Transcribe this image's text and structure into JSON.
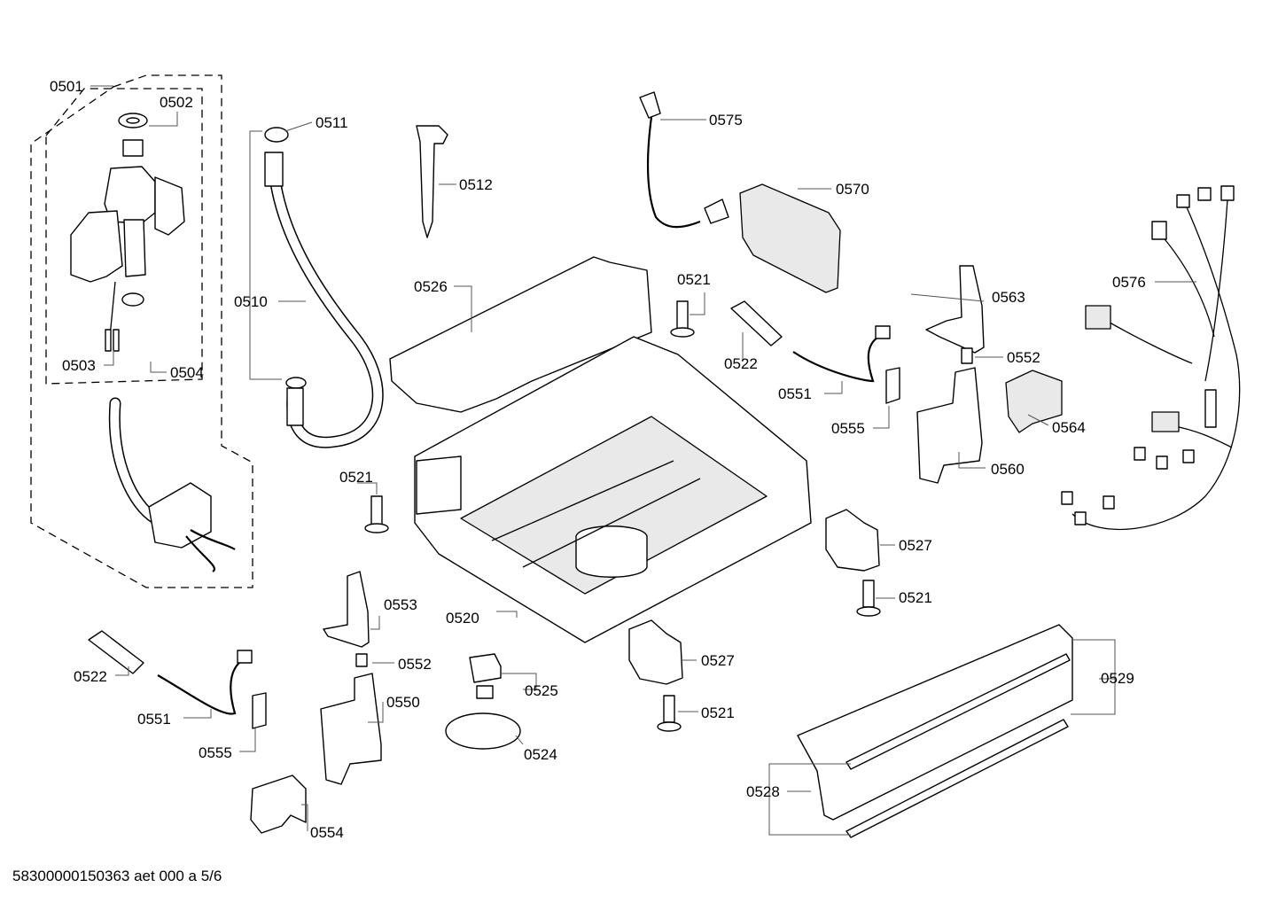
{
  "labels": {
    "p0501": "0501",
    "p0502": "0502",
    "p0503": "0503",
    "p0504": "0504",
    "p0510": "0510",
    "p0511": "0511",
    "p0512": "0512",
    "p0520": "0520",
    "p0521a": "0521",
    "p0521b": "0521",
    "p0521c": "0521",
    "p0521d": "0521",
    "p0522a": "0522",
    "p0522b": "0522",
    "p0524": "0524",
    "p0525": "0525",
    "p0526": "0526",
    "p0527a": "0527",
    "p0527b": "0527",
    "p0528": "0528",
    "p0529": "0529",
    "p0550": "0550",
    "p0551a": "0551",
    "p0551b": "0551",
    "p0552a": "0552",
    "p0552b": "0552",
    "p0553": "0553",
    "p0554": "0554",
    "p0555a": "0555",
    "p0555b": "0555",
    "p0560": "0560",
    "p0563": "0563",
    "p0564": "0564",
    "p0570": "0570",
    "p0575": "0575",
    "p0576": "0576"
  },
  "footer": "58300000150363 aet 000 a 5/6"
}
